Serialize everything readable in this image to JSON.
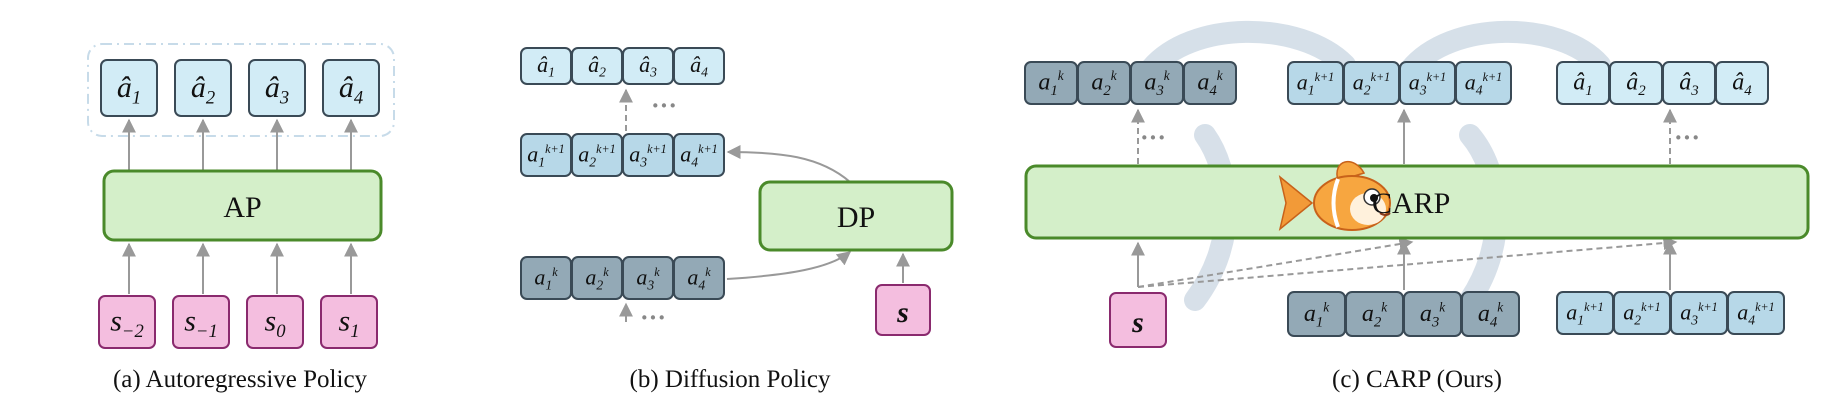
{
  "colors": {
    "pred_fill": "#d2ecf6",
    "pred_stroke": "#3a4a56",
    "mid_fill": "#b7d8e8",
    "noisy_fill": "#93a9b6",
    "state_fill": "#f4bedf",
    "state_stroke": "#8a2a6e",
    "block_fill": "#d4efc9",
    "block_stroke": "#4a8a2a",
    "arrow": "#999999",
    "swirl": "#c9d6e2"
  },
  "panel_a": {
    "caption": "(a) Autoregressive Policy",
    "block": "AP",
    "outputs": [
      {
        "base": "â",
        "sub": "1"
      },
      {
        "base": "â",
        "sub": "2"
      },
      {
        "base": "â",
        "sub": "3"
      },
      {
        "base": "â",
        "sub": "4"
      }
    ],
    "states": [
      {
        "base": "s",
        "sub": "−2"
      },
      {
        "base": "s",
        "sub": "−1"
      },
      {
        "base": "s",
        "sub": "0"
      },
      {
        "base": "s",
        "sub": "1"
      }
    ]
  },
  "panel_b": {
    "caption": "(b) Diffusion Policy",
    "block": "DP",
    "state": "s",
    "ellipsis": "···",
    "top": [
      {
        "base": "â",
        "sub": "1"
      },
      {
        "base": "â",
        "sub": "2"
      },
      {
        "base": "â",
        "sub": "3"
      },
      {
        "base": "â",
        "sub": "4"
      }
    ],
    "mid": [
      {
        "base": "a",
        "sub": "1",
        "sup": "k+1"
      },
      {
        "base": "a",
        "sub": "2",
        "sup": "k+1"
      },
      {
        "base": "a",
        "sub": "3",
        "sup": "k+1"
      },
      {
        "base": "a",
        "sub": "4",
        "sup": "k+1"
      }
    ],
    "bottom": [
      {
        "base": "a",
        "sub": "1",
        "sup": "k"
      },
      {
        "base": "a",
        "sub": "2",
        "sup": "k"
      },
      {
        "base": "a",
        "sub": "3",
        "sup": "k"
      },
      {
        "base": "a",
        "sub": "4",
        "sup": "k"
      }
    ]
  },
  "panel_c": {
    "caption": "(c) CARP (Ours)",
    "block": "CARP",
    "state": "s",
    "ellipsis": "···",
    "mascot": "goldfish-icon",
    "top_k": [
      {
        "base": "a",
        "sub": "1",
        "sup": "k"
      },
      {
        "base": "a",
        "sub": "2",
        "sup": "k"
      },
      {
        "base": "a",
        "sub": "3",
        "sup": "k"
      },
      {
        "base": "a",
        "sub": "4",
        "sup": "k"
      }
    ],
    "top_k1": [
      {
        "base": "a",
        "sub": "1",
        "sup": "k+1"
      },
      {
        "base": "a",
        "sub": "2",
        "sup": "k+1"
      },
      {
        "base": "a",
        "sub": "3",
        "sup": "k+1"
      },
      {
        "base": "a",
        "sub": "4",
        "sup": "k+1"
      }
    ],
    "top_final": [
      {
        "base": "â",
        "sub": "1"
      },
      {
        "base": "â",
        "sub": "2"
      },
      {
        "base": "â",
        "sub": "3"
      },
      {
        "base": "â",
        "sub": "4"
      }
    ],
    "bottom_k": [
      {
        "base": "a",
        "sub": "1",
        "sup": "k"
      },
      {
        "base": "a",
        "sub": "2",
        "sup": "k"
      },
      {
        "base": "a",
        "sub": "3",
        "sup": "k"
      },
      {
        "base": "a",
        "sub": "4",
        "sup": "k"
      }
    ],
    "bottom_k1": [
      {
        "base": "a",
        "sub": "1",
        "sup": "k+1"
      },
      {
        "base": "a",
        "sub": "2",
        "sup": "k+1"
      },
      {
        "base": "a",
        "sub": "3",
        "sup": "k+1"
      },
      {
        "base": "a",
        "sub": "4",
        "sup": "k+1"
      }
    ]
  }
}
